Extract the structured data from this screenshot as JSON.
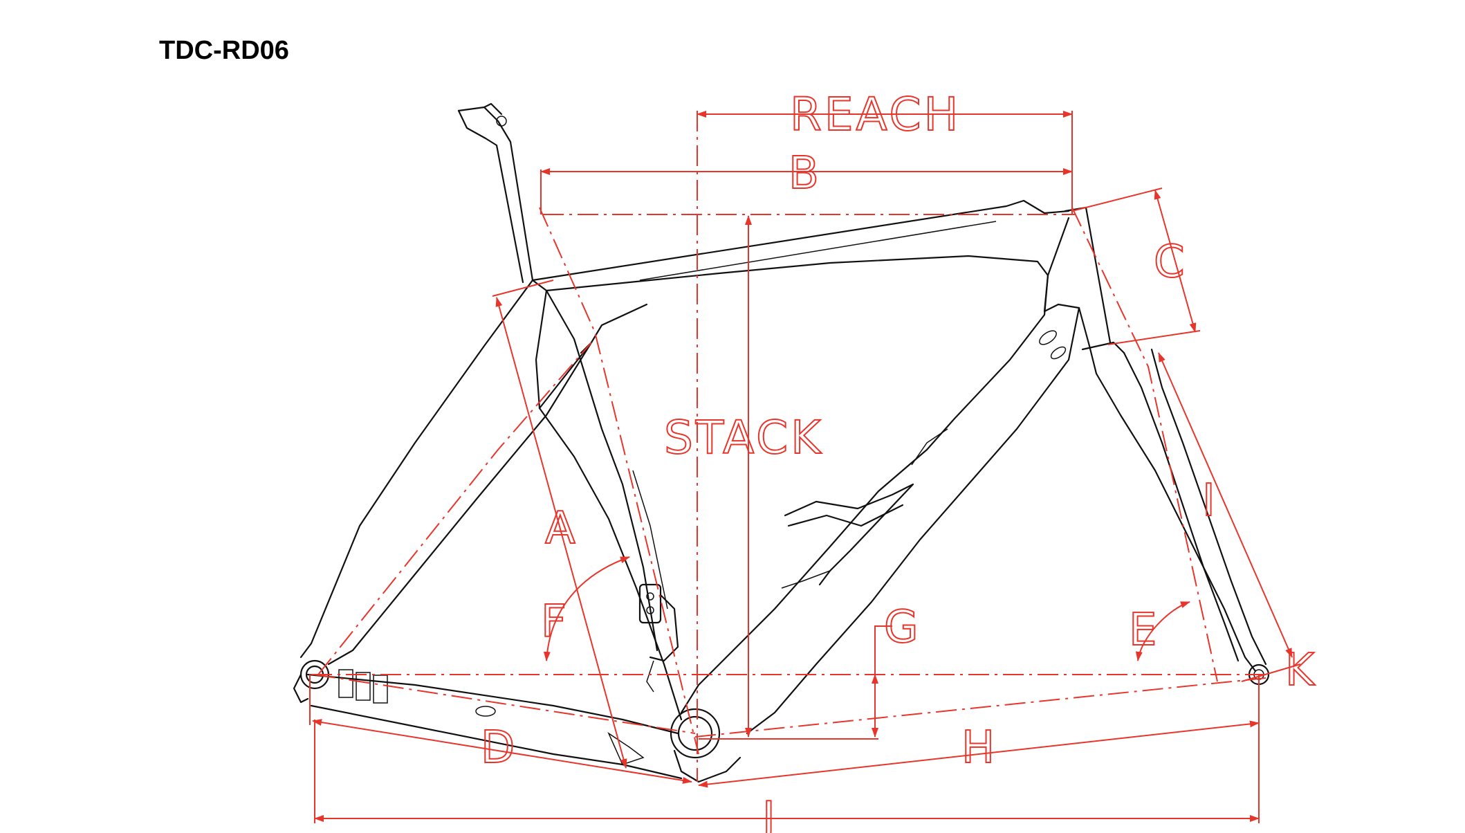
{
  "title": "TDC-RD06",
  "labels": {
    "reach": "REACH",
    "stack": "STACK",
    "a": "A",
    "b": "B",
    "c": "C",
    "d": "D",
    "e": "E",
    "f": "F",
    "g": "G",
    "h": "H",
    "i": "I",
    "j": "J",
    "k": "K"
  },
  "colors": {
    "frame_line": "#111111",
    "dimension_line": "#e8352b",
    "background": "#ffffff"
  }
}
